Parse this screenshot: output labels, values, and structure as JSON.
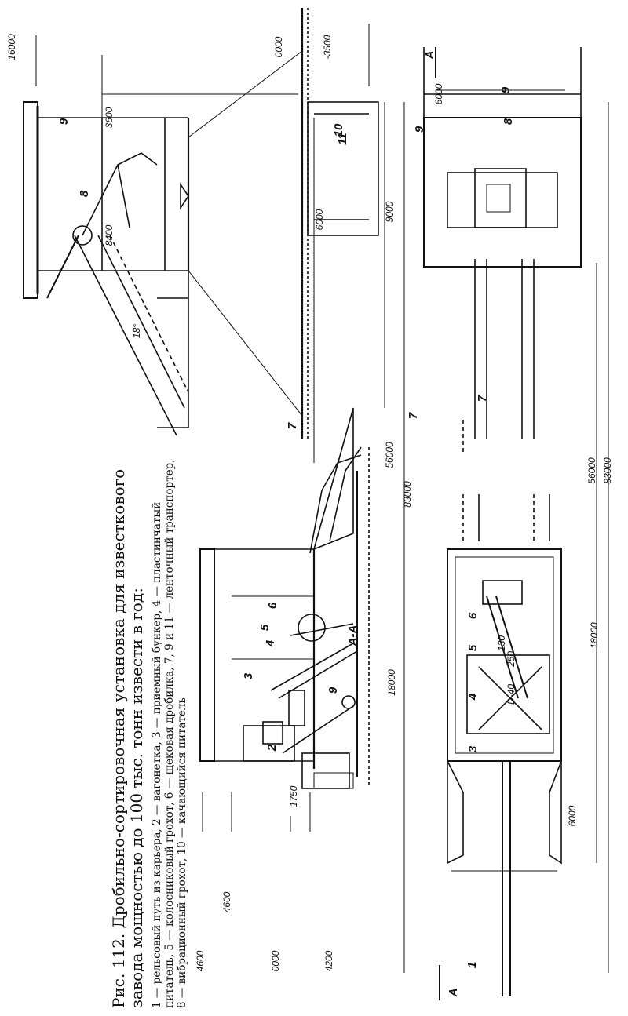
{
  "caption": {
    "title": "Рис. 112. Дробильно-сортировочная установка для известкового завода мощностью до 100 тыс. тонн извести в год:",
    "legend": "1 — рельсовый путь из карьера, 2 — вагонетка, 3 — приемный бункер, 4 — пластинчатый питатель, 5 — колосниковый грохот, 6 — щековая дробилка, 7, 9 и 11 — ленточный транспортер, 8 — вибрационный грохот, 10 — качающийся питатель"
  },
  "section_label": "А-А",
  "section_markers": {
    "left": "А",
    "right": "А"
  },
  "elevations": {
    "e16000": "16000",
    "e0000_top": "0000",
    "e3500": "-3500",
    "e4600": "4600",
    "e0000_bottom": "0000",
    "e4200": "4200"
  },
  "dimensions": {
    "d3600": "3600",
    "d8400": "8400",
    "d9000": "9000",
    "d6000_mid": "6000",
    "d56000_top": "56000",
    "d83000_top": "83000",
    "d18000_top": "18000",
    "d4600": "4600",
    "d1750": "1750",
    "d6000_plan_right": "6000",
    "d56000_plan": "56000",
    "d83000_plan": "83000",
    "d18000_plan": "18000",
    "d6000_plan_left": "6000",
    "d130": "130",
    "d250": "250",
    "d18deg": "18°",
    "dD40": "D-40"
  },
  "callouts": {
    "c1": "1",
    "c2": "2",
    "c3": "3",
    "c3b": "3",
    "c4": "4",
    "c4b": "4",
    "c5": "5",
    "c5b": "5",
    "c6": "6",
    "c6b": "6",
    "c7a": "7",
    "c7b": "7",
    "c7c": "7",
    "c8": "8",
    "c8b": "8",
    "c9": "9",
    "c9b": "9",
    "c9c": "9",
    "c9d": "9",
    "c10": "10",
    "c11": "11"
  }
}
